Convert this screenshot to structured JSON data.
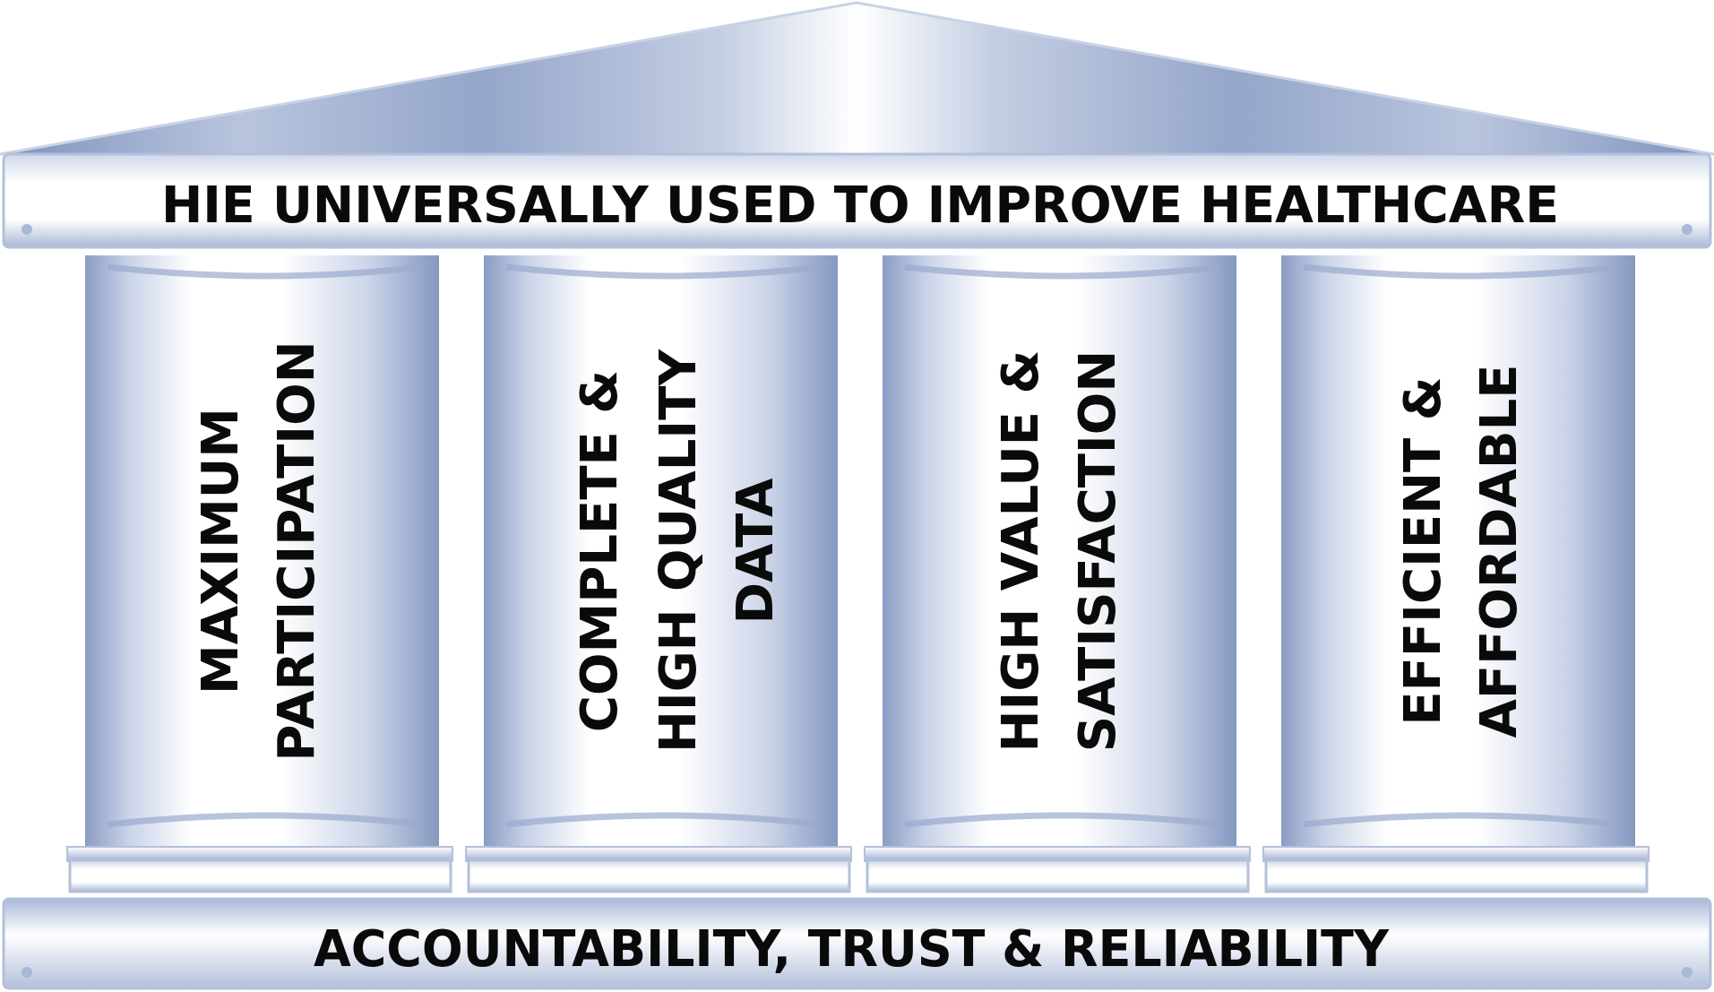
{
  "roof_text": "HIE UNIVERSALLY USED TO IMPROVE HEALTHCARE",
  "base_text": "ACCOUNTABILITY, TRUST & RELIABILITY",
  "pillars": [
    {
      "lines": [
        "MAXIMUM",
        "PARTICIPATION"
      ]
    },
    {
      "lines": [
        "COMPLETE &",
        "HIGH QUALITY",
        "DATA"
      ]
    },
    {
      "lines": [
        "HIGH VALUE &",
        "SATISFACTION"
      ]
    },
    {
      "lines": [
        "EFFICIENT &",
        "AFFORDABLE"
      ]
    }
  ],
  "colors": {
    "stone_dark": "#8b9dc3",
    "stone_mid": "#b7c3dc",
    "stone_light": "#ffffff",
    "outline": "#c9d3e6",
    "text": "#0a0a0a"
  }
}
